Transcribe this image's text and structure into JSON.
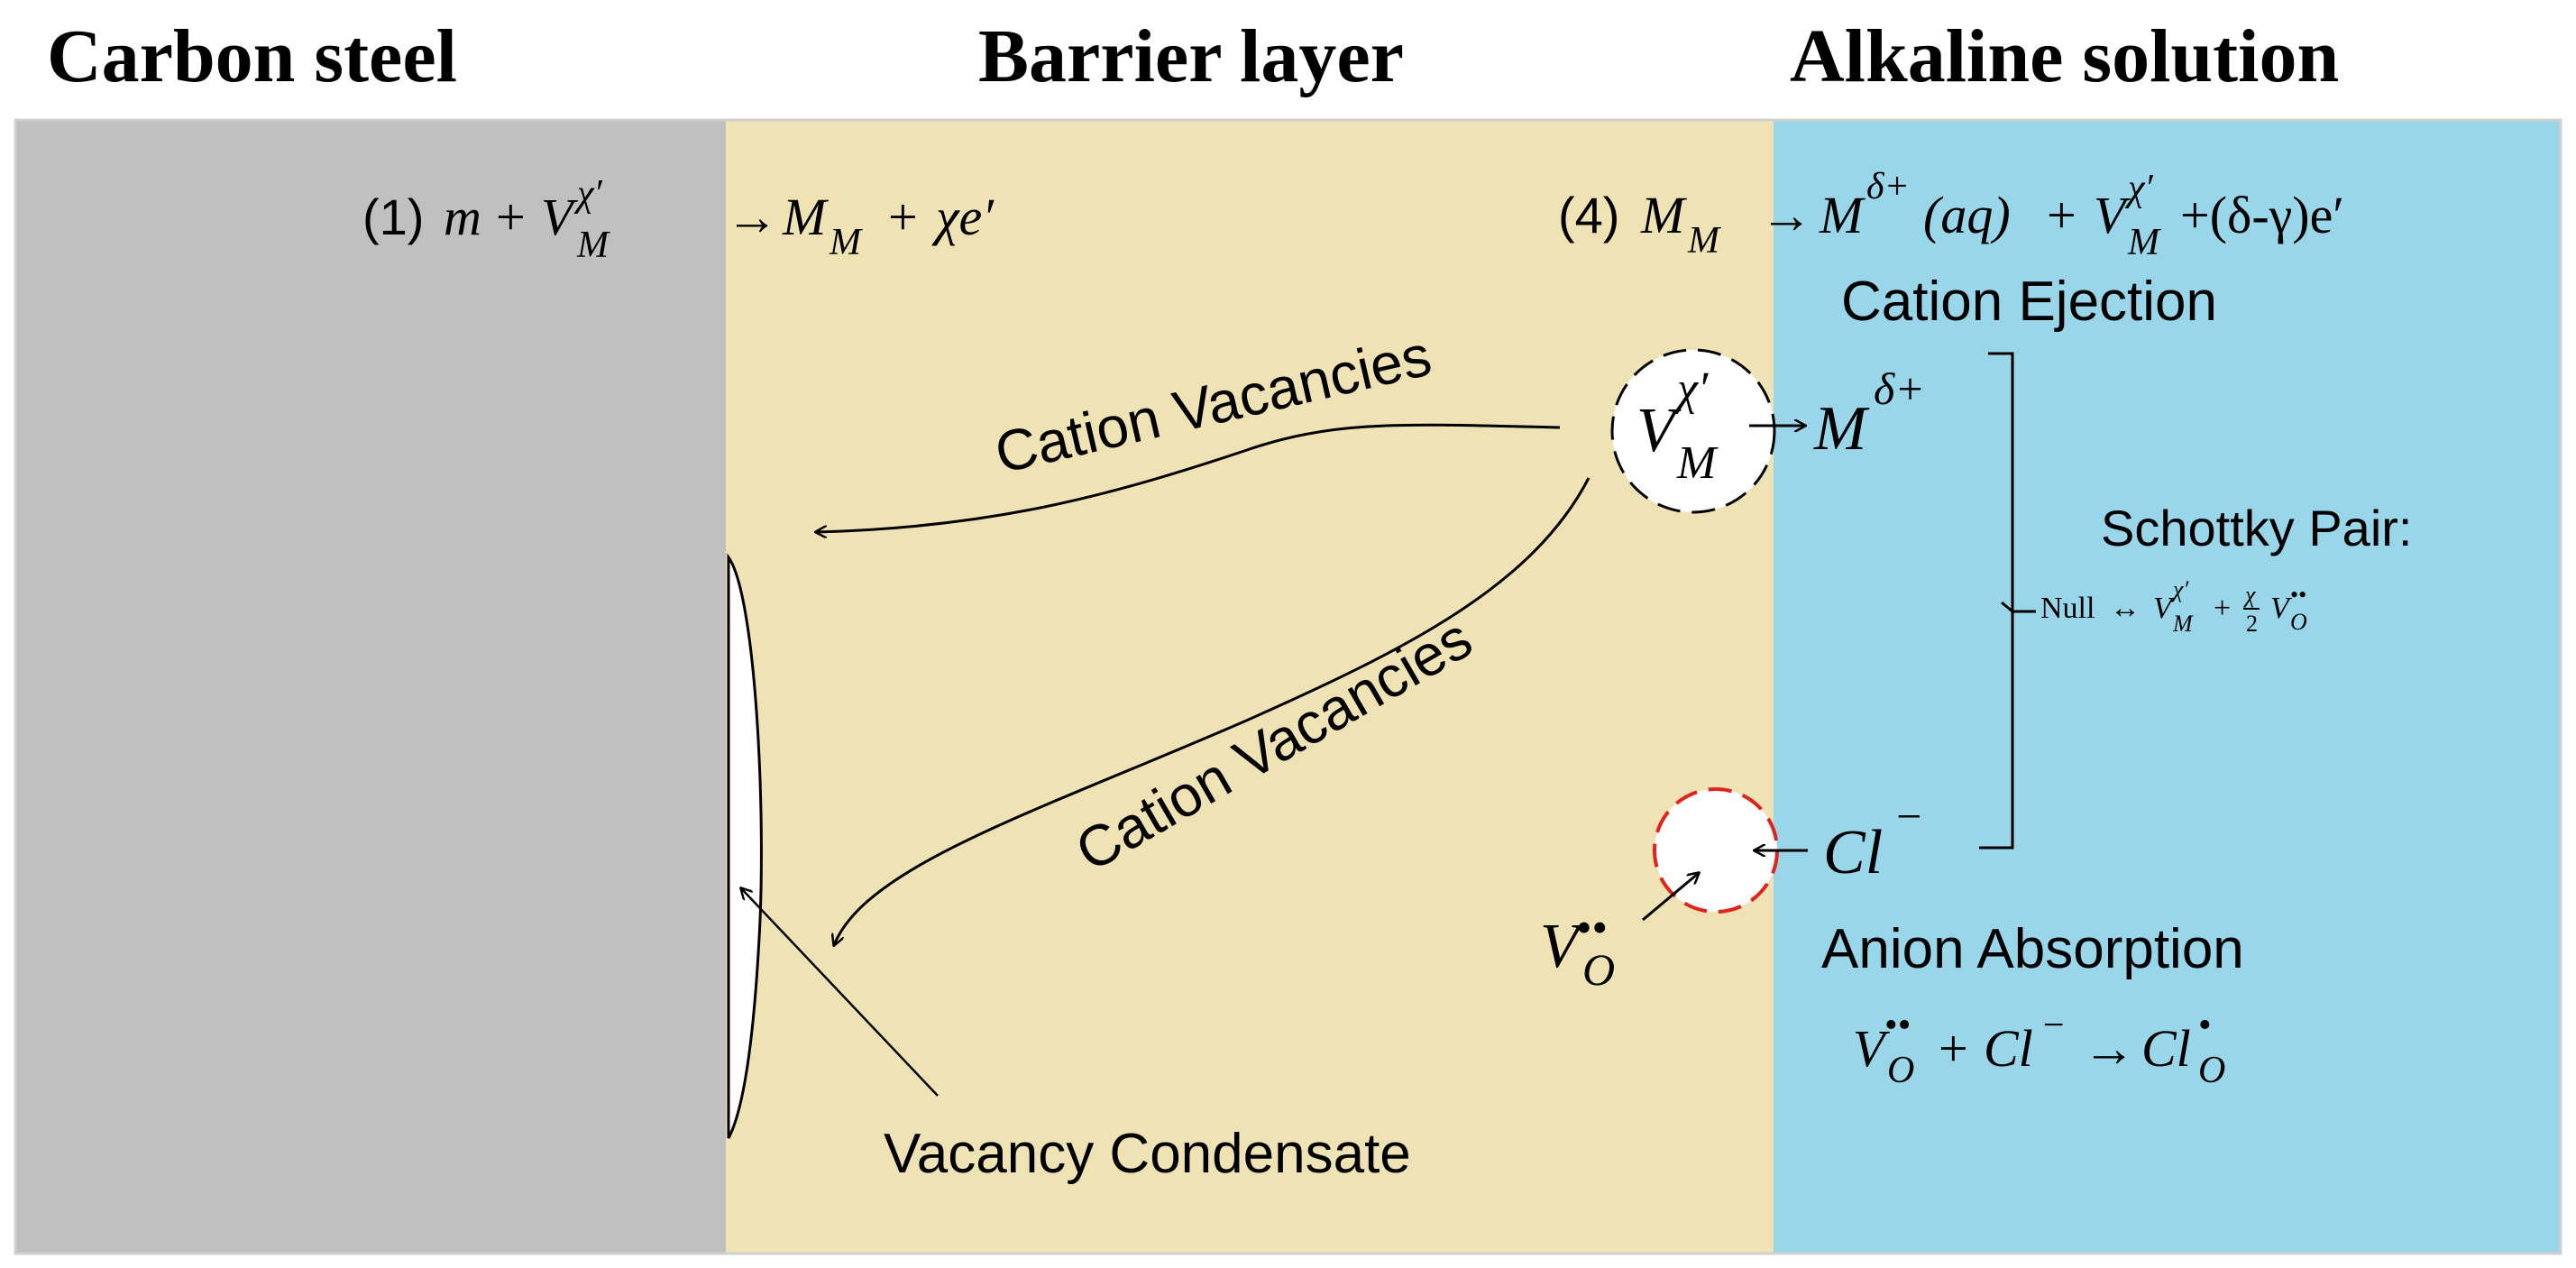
{
  "regions": {
    "carbon_steel": {
      "title": "Carbon steel",
      "color": "#c0c0c0"
    },
    "barrier_layer": {
      "title": "Barrier layer",
      "color": "#efe2b4"
    },
    "alkaline_solution": {
      "title": "Alkaline solution",
      "color": "#9ad6ea"
    }
  },
  "reactions": {
    "r1": {
      "number": "(1)",
      "m": "m",
      "plus": "+",
      "V": "V",
      "V_sup": "χ′",
      "V_sub": "M",
      "arrow": "→",
      "M": "M",
      "M_sub": "M",
      "chi_e": "χe′"
    },
    "r4": {
      "number": "(4)",
      "M": "M",
      "M_sub": "M",
      "arrow": "→",
      "Mion": "M",
      "Mion_sup": "δ+",
      "aq": "(aq)",
      "plus": "+",
      "V": "V",
      "V_sup": "χ′",
      "V_sub": "M",
      "tail": "+(δ-γ)e′"
    }
  },
  "labels": {
    "cation_ejection": "Cation Ejection",
    "cation_vacancies_upper": "Cation Vacancies",
    "cation_vacancies_lower": "Cation Vacancies",
    "schottky_pair": "Schottky Pair:",
    "anion_absorption": "Anion Absorption",
    "vacancy_condensate": "Vacancy Condensate"
  },
  "species": {
    "cation_vacancy": {
      "V": "V",
      "sup": "χ′",
      "sub": "M"
    },
    "metal_cation": {
      "M": "M",
      "sup": "δ+"
    },
    "chloride": {
      "text": "Cl",
      "sup": "−"
    },
    "oxygen_vacancy": {
      "V": "V",
      "sub": "O",
      "sup": "••"
    }
  },
  "schottky": {
    "null": "Null",
    "arrow": "↔",
    "V": "V",
    "V_sup": "χ′",
    "V_sub": "M",
    "plus": "+",
    "frac_num": "χ",
    "frac_den": "2",
    "Vo": "V",
    "Vo_sub": "O",
    "Vo_sup": "••"
  },
  "absorption": {
    "V": "V",
    "V_sub": "O",
    "V_sup": "••",
    "plus": "+",
    "Cl": "Cl",
    "Cl_sup": "−",
    "arrow": "→",
    "Clo": "Cl",
    "Clo_sub": "O",
    "Clo_sup": "•"
  }
}
